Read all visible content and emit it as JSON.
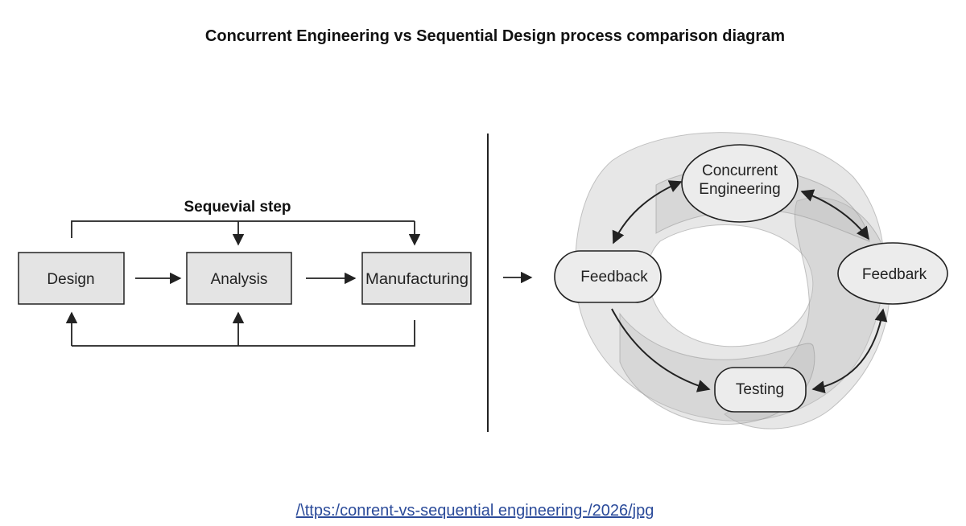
{
  "title": "Concurrent Engineering vs Sequential Design process comparison diagram",
  "sequential": {
    "heading": "Sequevial step",
    "steps": [
      "Design",
      "Analysis",
      "Manufacturing"
    ]
  },
  "concurrent": {
    "nodes": {
      "top": "Concurrent\nEngineering",
      "left": "Feedback",
      "right": "Feedbark",
      "bottom": "Testing"
    }
  },
  "footer": {
    "caption": "/\\ttps:/conrent-vs-sequential engineering-/2026/jpg"
  },
  "colors": {
    "box_fill": "#e4e4e4",
    "node_fill": "#ececec",
    "blob_fill": "#bdbdbd",
    "stroke": "#222222",
    "link": "#2b4b9a"
  }
}
